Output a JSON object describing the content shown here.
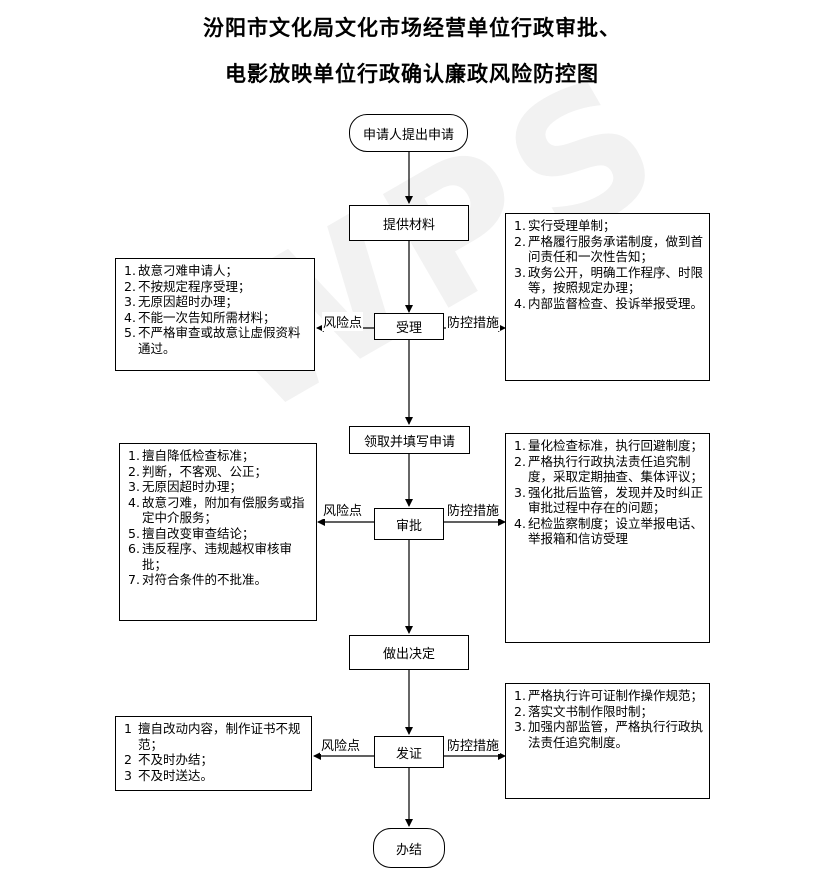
{
  "title": {
    "line1": "汾阳市文化局文化市场经营单位行政审批、",
    "line2": "电影放映单位行政确认廉政风险防控图"
  },
  "watermark": "WPS",
  "flow": {
    "start": "申请人提出申请",
    "provide": "提供材料",
    "accept": "受理",
    "fill": "领取并填写申请",
    "approve": "审批",
    "decide": "做出决定",
    "issue": "发证",
    "end": "办结"
  },
  "labels": {
    "risk": "风险点",
    "control": "防控措施"
  },
  "accept_risks": [
    {
      "n": "1.",
      "t": "故意刁难申请人；"
    },
    {
      "n": "2.",
      "t": "不按规定程序受理；"
    },
    {
      "n": "3.",
      "t": "无原因超时办理；"
    },
    {
      "n": "4.",
      "t": "不能一次告知所需材料；"
    },
    {
      "n": "5.",
      "t": "不严格审查或故意让虚假资料通过。"
    }
  ],
  "accept_controls": [
    {
      "n": "1.",
      "t": "实行受理单制；"
    },
    {
      "n": "2.",
      "t": "严格履行服务承诺制度，做到首问责任和一次性告知；"
    },
    {
      "n": "3.",
      "t": "政务公开，明确工作程序、时限等，按照规定办理；"
    },
    {
      "n": "4.",
      "t": "内部监督检查、投诉举报受理。"
    }
  ],
  "approve_risks": [
    {
      "n": "1.",
      "t": "擅自降低检查标准；"
    },
    {
      "n": "2.",
      "t": "判断，不客观、公正；"
    },
    {
      "n": "3.",
      "t": "无原因超时办理；"
    },
    {
      "n": "4.",
      "t": "故意刁难，附加有偿服务或指定中介服务；"
    },
    {
      "n": "5.",
      "t": "擅自改变审查结论；"
    },
    {
      "n": "6.",
      "t": "违反程序、违规越权审核审批；"
    },
    {
      "n": "7.",
      "t": "对符合条件的不批准。"
    }
  ],
  "approve_controls": [
    {
      "n": "1.",
      "t": "量化检查标准，执行回避制度；"
    },
    {
      "n": "2.",
      "t": "严格执行行政执法责任追究制度，采取定期抽查、集体评议；"
    },
    {
      "n": "3.",
      "t": "强化批后监管，发现并及时纠正审批过程中存在的问题；"
    },
    {
      "n": "4.",
      "t": "纪检监察制度；设立举报电话、举报箱和信访受理"
    }
  ],
  "issue_risks": [
    {
      "n": "1",
      "t": "擅自改动内容，制作证书不规范；"
    },
    {
      "n": "2",
      "t": "不及时办结；"
    },
    {
      "n": "3",
      "t": "不及时送达。"
    }
  ],
  "issue_controls": [
    {
      "n": "1.",
      "t": "严格执行许可证制作操作规范；"
    },
    {
      "n": "2.",
      "t": "落实文书制作限时制；"
    },
    {
      "n": "3.",
      "t": "加强内部监管，严格执行行政执法责任追究制度。"
    }
  ]
}
